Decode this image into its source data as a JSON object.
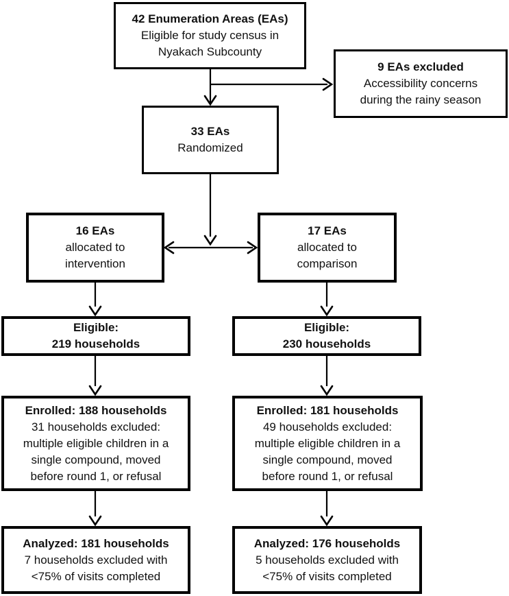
{
  "colors": {
    "background": "#ffffff",
    "border": "#000000",
    "text": "#111111"
  },
  "boxes": {
    "census": {
      "title": "42 Enumeration Areas (EAs)",
      "line2": "Eligible for study census in",
      "line3": "Nyakach Subcounty"
    },
    "excluded": {
      "title": "9 EAs excluded",
      "line2": "Accessibility concerns",
      "line3": "during the rainy season"
    },
    "randomized": {
      "title": "33 EAs",
      "line2": "Randomized"
    },
    "intervention": {
      "title": "16 EAs",
      "line2": "allocated to",
      "line3": "intervention"
    },
    "comparison": {
      "title": "17 EAs",
      "line2": "allocated to",
      "line3": "comparison"
    },
    "eligible_intervention": {
      "title": "Eligible:",
      "line2": "219 households"
    },
    "eligible_comparison": {
      "title": "Eligible:",
      "line2": "230 households"
    },
    "enrolled_intervention": {
      "title": "Enrolled: 188 households",
      "line2": "31 households excluded:",
      "line3": "multiple eligible children in a",
      "line4": "single compound, moved",
      "line5": "before round 1, or refusal"
    },
    "enrolled_comparison": {
      "title": "Enrolled: 181 households",
      "line2": "49 households excluded:",
      "line3": "multiple eligible children in a",
      "line4": "single compound, moved",
      "line5": "before round 1, or refusal"
    },
    "analyzed_intervention": {
      "title": "Analyzed: 181 households",
      "line2": "7 households excluded with",
      "line3": "<75% of visits completed"
    },
    "analyzed_comparison": {
      "title": "Analyzed: 176 households",
      "line2": "5 households excluded with",
      "line3": "<75% of visits completed"
    }
  }
}
